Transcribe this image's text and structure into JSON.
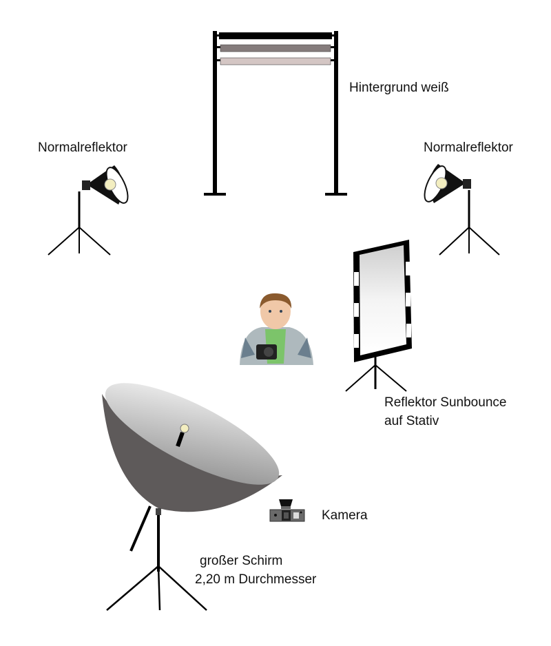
{
  "labels": {
    "background": "Hintergrund weiß",
    "reflector_left": "Normalreflektor",
    "reflector_right": "Normalreflektor",
    "sunbounce_line1": "Reflektor Sunbounce",
    "sunbounce_line2": "auf Stativ",
    "camera": "Kamera",
    "umbrella_line1": "großer Schirm",
    "umbrella_line2": "2,20 m Durchmesser"
  },
  "colors": {
    "stand": "#000000",
    "roll_dark": "#000000",
    "roll_gray": "#857c7c",
    "roll_light": "#d4c6c4",
    "umbrella_outer": "#5e5a5a",
    "lamp_bulb": "#f3eec0"
  }
}
